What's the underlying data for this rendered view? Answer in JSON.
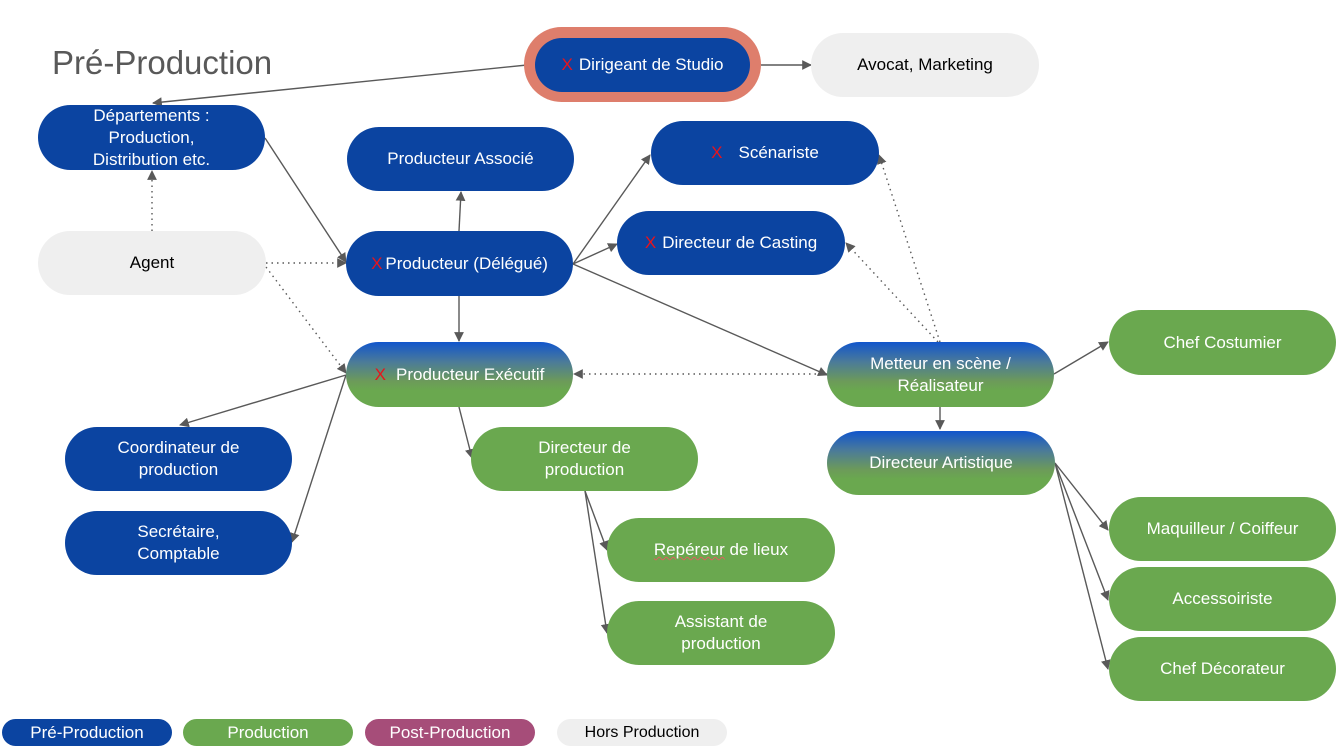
{
  "title": "Pré-Production",
  "colors": {
    "pre_production": "#0b44a1",
    "production": "#6aa84f",
    "post_production": "#a64d79",
    "hors_production": "#efefef",
    "highlight_ring": "#de7e6c",
    "x_mark": "#e8141c",
    "edge": "#595959"
  },
  "nodes": {
    "dirigeant": {
      "label": "Dirigeant de Studio",
      "marked": "X",
      "category": "Pré-Production",
      "highlighted": true
    },
    "avocat": {
      "label": "Avocat, Marketing",
      "category": "Hors Production"
    },
    "departements": {
      "label": "Départements :\nProduction,\nDistribution etc.",
      "category": "Pré-Production"
    },
    "prod_associe": {
      "label": "Producteur Associé",
      "category": "Pré-Production"
    },
    "scenariste": {
      "label": "Scénariste",
      "marked": "X",
      "category": "Pré-Production"
    },
    "casting": {
      "label": "Directeur de Casting",
      "marked": "X",
      "category": "Pré-Production"
    },
    "agent": {
      "label": "Agent",
      "category": "Hors Production"
    },
    "prod_delegue": {
      "label": "Producteur (Délégué)",
      "marked": "X",
      "category": "Pré-Production"
    },
    "prod_executif": {
      "label": "Producteur Exécutif",
      "marked": "X",
      "category": "Pré-Production → Production"
    },
    "metteur": {
      "label": "Metteur en scène /\nRéalisateur",
      "category": "Pré-Production → Production"
    },
    "chef_costumier": {
      "label": "Chef Costumier",
      "category": "Production"
    },
    "coordinateur": {
      "label": "Coordinateur de\nproduction",
      "category": "Pré-Production"
    },
    "dir_production": {
      "label": "Directeur de\nproduction",
      "category": "Production"
    },
    "dir_artistique": {
      "label": "Directeur Artistique",
      "category": "Pré-Production → Production"
    },
    "secretaire": {
      "label": "Secrétaire,\nComptable",
      "category": "Pré-Production"
    },
    "repereur_a": {
      "label": "Repéreur"
    },
    "repereur_b": {
      "label": " de lieux"
    },
    "assistant": {
      "label": "Assistant de\nproduction",
      "category": "Production"
    },
    "maquilleur": {
      "label": "Maquilleur / Coiffeur",
      "category": "Production"
    },
    "accessoiriste": {
      "label": "Accessoiriste",
      "category": "Production"
    },
    "chef_decorateur": {
      "label": "Chef Décorateur",
      "category": "Production"
    }
  },
  "edges": [
    {
      "from": "dirigeant",
      "to": "departements",
      "style": "solid"
    },
    {
      "from": "dirigeant",
      "to": "avocat",
      "style": "solid"
    },
    {
      "from": "departements",
      "to": "prod_delegue",
      "style": "solid"
    },
    {
      "from": "agent",
      "to": "departements",
      "style": "dotted"
    },
    {
      "from": "agent",
      "to": "prod_delegue",
      "style": "dotted"
    },
    {
      "from": "agent",
      "to": "prod_executif",
      "style": "dotted"
    },
    {
      "from": "prod_delegue",
      "to": "prod_associe",
      "style": "solid"
    },
    {
      "from": "prod_delegue",
      "to": "scenariste",
      "style": "solid"
    },
    {
      "from": "prod_delegue",
      "to": "casting",
      "style": "solid"
    },
    {
      "from": "prod_delegue",
      "to": "metteur",
      "style": "solid"
    },
    {
      "from": "prod_delegue",
      "to": "prod_executif",
      "style": "solid"
    },
    {
      "from": "metteur",
      "to": "prod_executif",
      "style": "dotted"
    },
    {
      "from": "metteur",
      "to": "scenariste",
      "style": "dotted"
    },
    {
      "from": "metteur",
      "to": "casting",
      "style": "dotted"
    },
    {
      "from": "metteur",
      "to": "chef_costumier",
      "style": "solid"
    },
    {
      "from": "metteur",
      "to": "dir_artistique",
      "style": "solid"
    },
    {
      "from": "prod_executif",
      "to": "coordinateur",
      "style": "solid"
    },
    {
      "from": "prod_executif",
      "to": "secretaire",
      "style": "solid"
    },
    {
      "from": "prod_executif",
      "to": "dir_production",
      "style": "solid"
    },
    {
      "from": "dir_production",
      "to": "repereur",
      "style": "solid"
    },
    {
      "from": "dir_production",
      "to": "assistant",
      "style": "solid"
    },
    {
      "from": "dir_artistique",
      "to": "maquilleur",
      "style": "solid"
    },
    {
      "from": "dir_artistique",
      "to": "accessoiriste",
      "style": "solid"
    },
    {
      "from": "dir_artistique",
      "to": "chef_decorateur",
      "style": "solid"
    }
  ],
  "legend": [
    {
      "label": "Pré-Production"
    },
    {
      "label": "Production"
    },
    {
      "label": "Post-Production"
    },
    {
      "label": "Hors Production"
    }
  ]
}
